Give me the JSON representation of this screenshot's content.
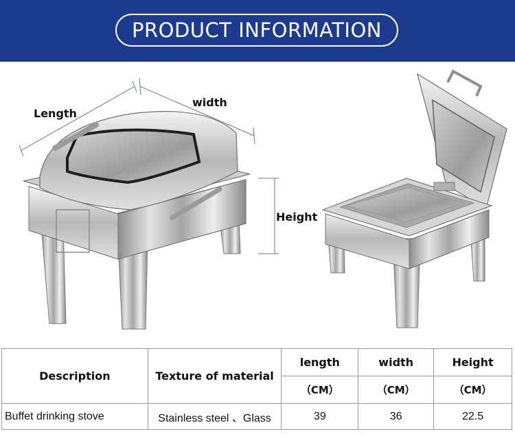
{
  "banner": {
    "title": "PRODUCT INFORMATION"
  },
  "dimensions": {
    "length_label": "Length",
    "width_label": "width",
    "height_label": "Height"
  },
  "table": {
    "headers": {
      "description": "Description",
      "material": "Texture of material",
      "length": "length",
      "width": "width",
      "height": "Height"
    },
    "unit": "（CM）",
    "row": {
      "description": "Buffet drinking stove",
      "material": "Stainless steel 、Glass",
      "length": "39",
      "width": "36",
      "height": "22.5"
    }
  },
  "colors": {
    "banner": "#1d3b8e",
    "dimension_line": "#6b74a8"
  }
}
